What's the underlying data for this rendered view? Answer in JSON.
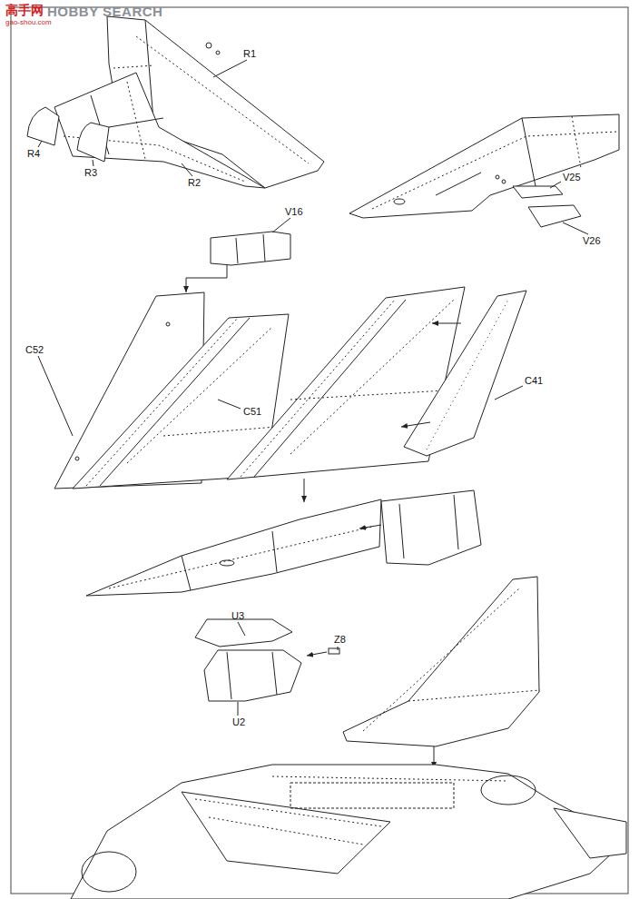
{
  "diagram": {
    "labels": [
      "高手网",
      "HOBBY SEARCH",
      "gao-shou.com",
      "R1",
      "R4",
      "R3",
      "R2",
      "V25",
      "V16",
      "V26",
      "C52",
      "C41",
      "C51",
      "U3",
      "Z8",
      "U2"
    ]
  }
}
